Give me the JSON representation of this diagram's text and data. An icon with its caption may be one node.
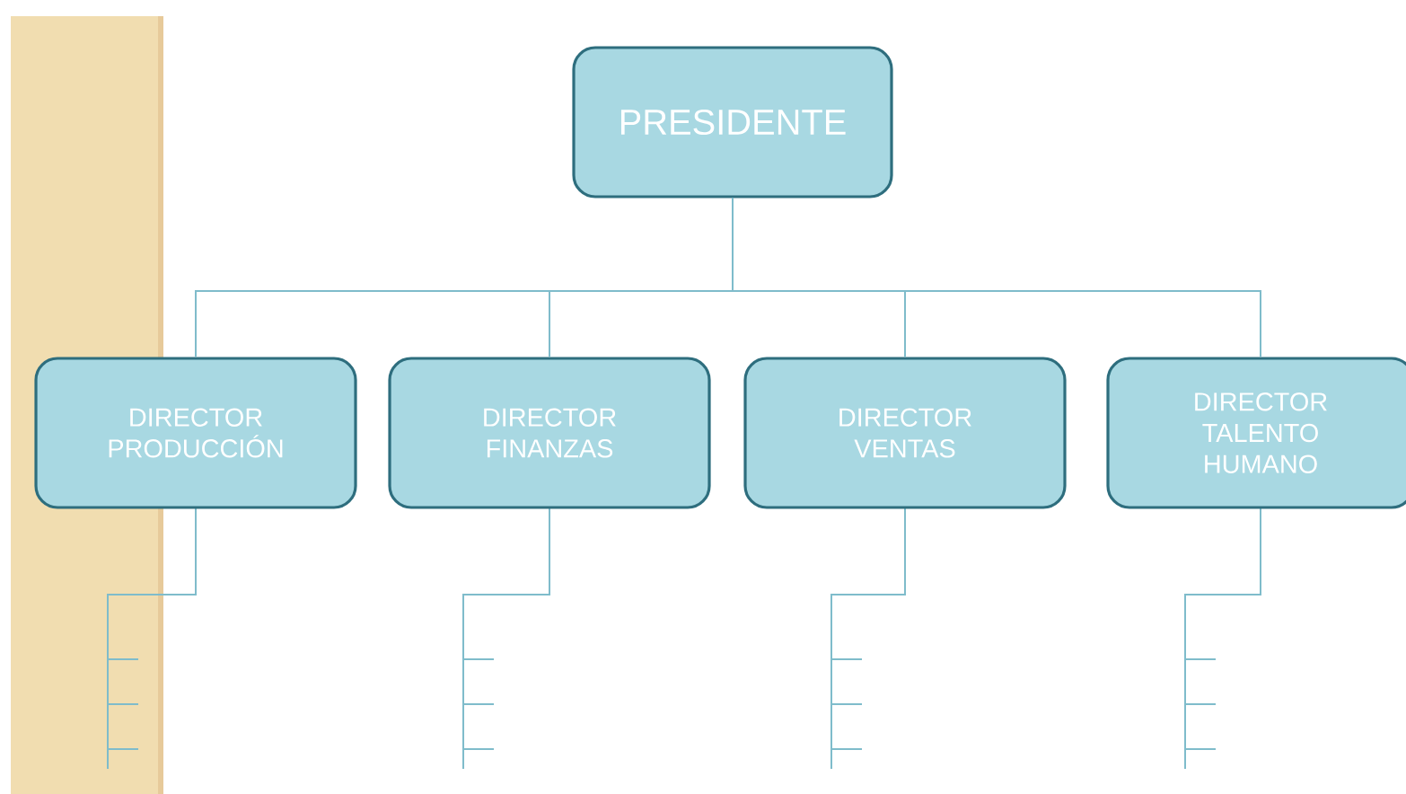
{
  "diagram": {
    "nodes": [
      {
        "text": [
          "PRESIDENTE"
        ]
      },
      {
        "text": [
          "DIRECTOR PRODUCCIÓN"
        ]
      },
      {
        "text": [
          "DIRECTOR FINANZAS"
        ]
      },
      {
        "text": [
          "DIRECTOR VENTAS"
        ]
      },
      {
        "text": [
          "DIRECTOR TALENTO HUMANO"
        ]
      }
    ],
    "edges": [
      {
        "from": 0,
        "to": 1,
        "arrow": "none"
      },
      {
        "from": 0,
        "to": 2,
        "arrow": "none"
      },
      {
        "from": 0,
        "to": 3,
        "arrow": "none"
      },
      {
        "from": 0,
        "to": 4,
        "arrow": "none"
      }
    ]
  }
}
